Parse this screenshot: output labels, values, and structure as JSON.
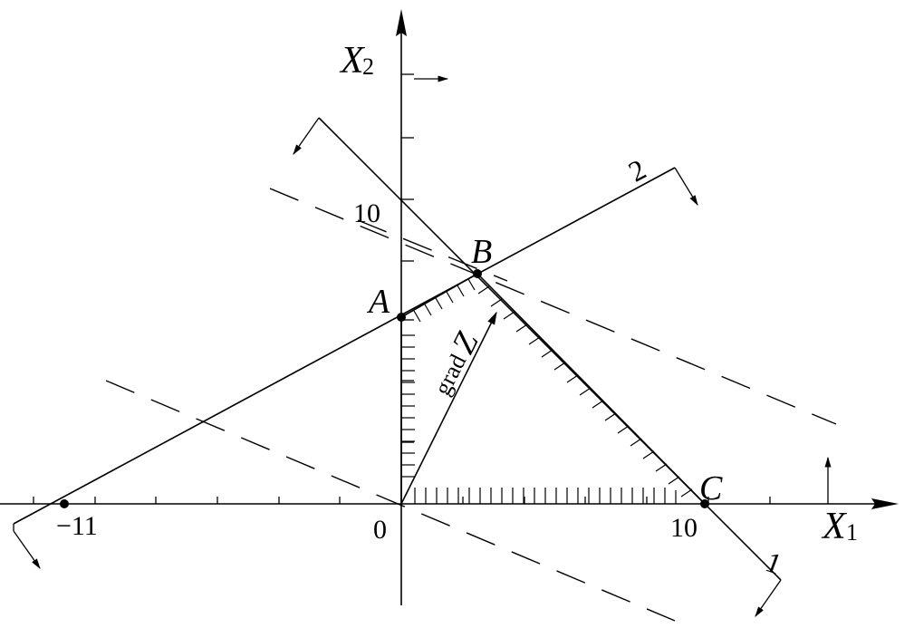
{
  "axes": {
    "x_label_main": "X",
    "x_label_sub": "1",
    "y_label_main": "X",
    "y_label_sub": "2",
    "origin": "0",
    "tick_10_x": "10",
    "tick_10_y": "10",
    "tick_neg11": "−11"
  },
  "points": {
    "A": "A",
    "B": "B",
    "C": "C"
  },
  "lines": {
    "line1": "1",
    "line2": "2"
  },
  "gradient": {
    "label_small": "grad",
    "label_big": "Z"
  },
  "colors": {
    "ink": "#000000",
    "background": "#ffffff"
  }
}
